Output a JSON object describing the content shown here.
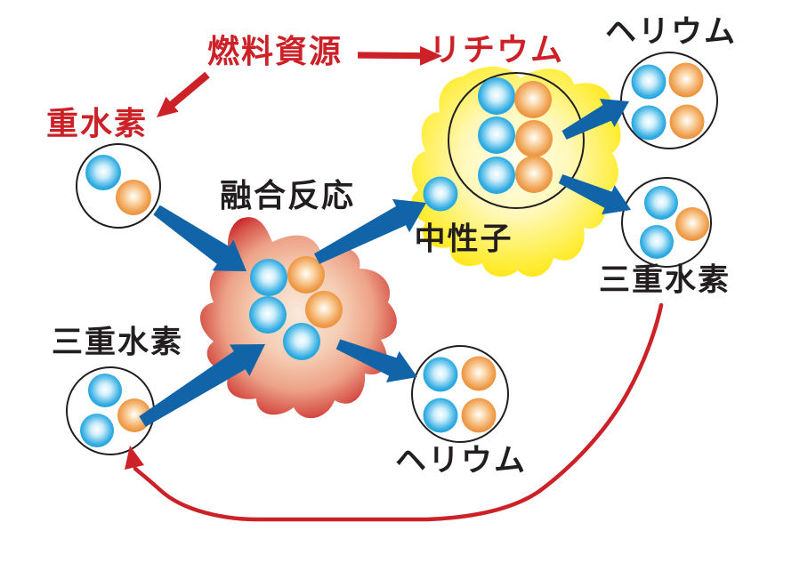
{
  "colors": {
    "background": "#ffffff",
    "red": "#cc2127",
    "blue": "#1264a8",
    "ink": "#221e1f",
    "blue_ball": "#29a9e1",
    "orange_ball": "#ee9440",
    "yellow_glow": "#ffe512",
    "fusion_blob_red": "#c92128"
  },
  "labels": {
    "fuel_source": "燃料資源",
    "lithium": "リチウム",
    "deuterium": "重水素",
    "tritium_left": "三重水素",
    "tritium_right": "三重水素",
    "fusion_reaction": "融合反応",
    "neutron": "中性子",
    "helium_top": "ヘリウム",
    "helium_bottom": "ヘリウム"
  },
  "nuclei": [
    {
      "name": "deuterium",
      "label": "重水素",
      "blue_particles": 1,
      "orange_particles": 1
    },
    {
      "name": "tritium-left",
      "label": "三重水素",
      "blue_particles": 2,
      "orange_particles": 1
    },
    {
      "name": "fusion-plasma",
      "label": "融合反応",
      "blue_particles": 3,
      "orange_particles": 2
    },
    {
      "name": "neutron",
      "label": "中性子",
      "blue_particles": 1,
      "orange_particles": 0
    },
    {
      "name": "lithium",
      "label": "リチウム",
      "blue_particles": 3,
      "orange_particles": 3
    },
    {
      "name": "helium-top",
      "label": "ヘリウム",
      "blue_particles": 2,
      "orange_particles": 2
    },
    {
      "name": "tritium-right",
      "label": "三重水素",
      "blue_particles": 2,
      "orange_particles": 1
    },
    {
      "name": "helium-bottom",
      "label": "ヘリウム",
      "blue_particles": 2,
      "orange_particles": 2
    }
  ],
  "flows": [
    {
      "from": "燃料資源",
      "to": "リチウム",
      "color": "red"
    },
    {
      "from": "燃料資源",
      "to": "重水素",
      "color": "red"
    },
    {
      "from": "重水素",
      "to": "融合反応",
      "color": "blue"
    },
    {
      "from": "三重水素(左)",
      "to": "融合反応",
      "color": "blue"
    },
    {
      "from": "融合反応",
      "to": "中性子",
      "color": "blue"
    },
    {
      "from": "融合反応",
      "to": "ヘリウム(下)",
      "color": "blue"
    },
    {
      "from": "リチウム",
      "to": "ヘリウム(上)",
      "color": "blue"
    },
    {
      "from": "リチウム",
      "to": "三重水素(右)",
      "color": "blue"
    },
    {
      "from": "三重水素(右)",
      "to": "三重水素(左)",
      "color": "red"
    }
  ]
}
